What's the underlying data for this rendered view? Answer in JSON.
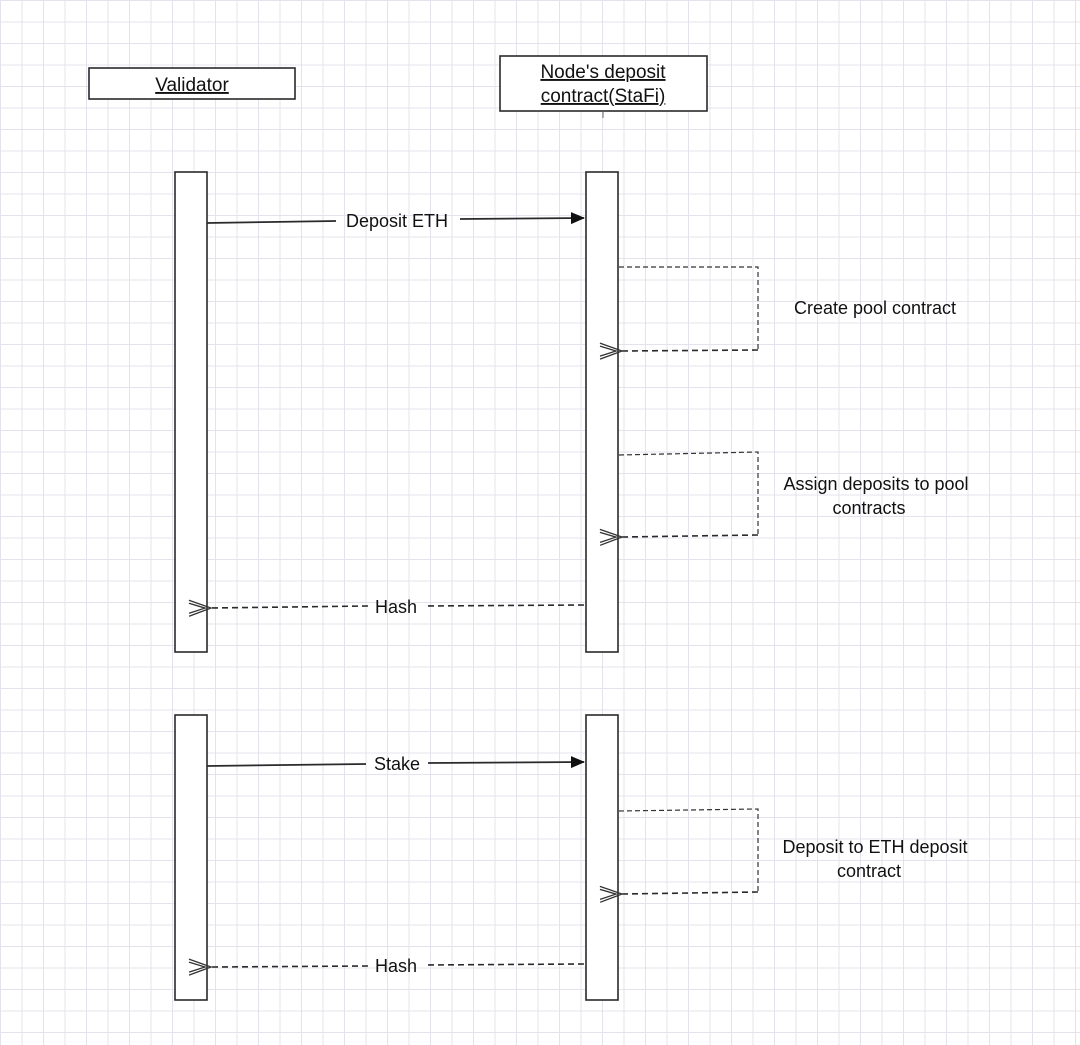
{
  "participants": {
    "validator": "Validator",
    "node_line1": "Node's deposit",
    "node_line2": "contract(StaFi)"
  },
  "messages": {
    "deposit_eth": "Deposit ETH",
    "create_pool_contract": "Create pool contract",
    "assign_line1": "Assign deposits to pool",
    "assign_line2": "contracts",
    "hash_1": "Hash",
    "stake": "Stake",
    "deposit_eth_contract_line1": "Deposit to ETH deposit",
    "deposit_eth_contract_line2": "contract",
    "hash_2": "Hash"
  }
}
